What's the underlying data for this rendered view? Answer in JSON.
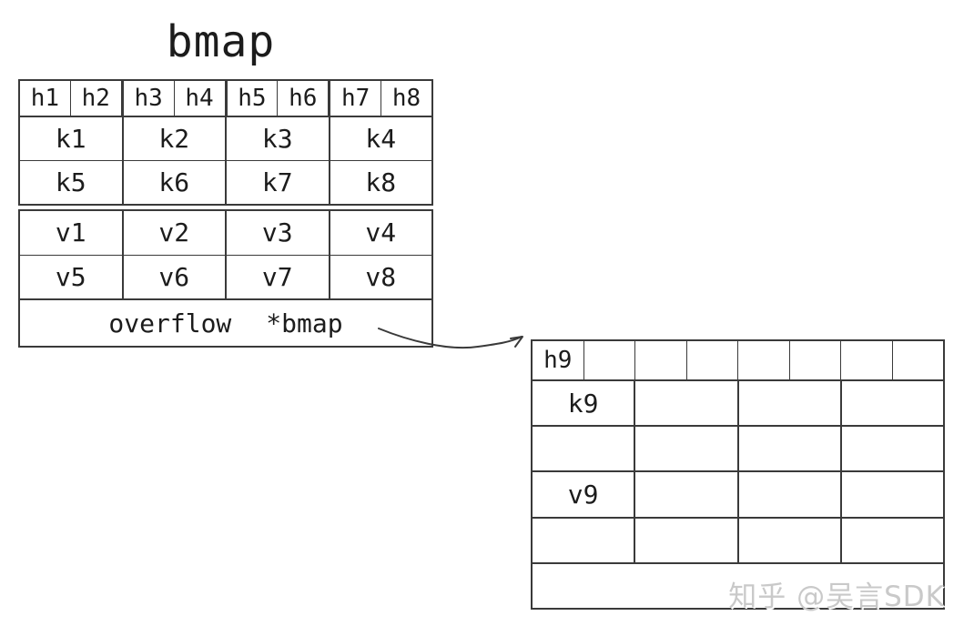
{
  "diagram": {
    "title": "bmap",
    "bucket_main": {
      "tophash": [
        "h1",
        "h2",
        "h3",
        "h4",
        "h5",
        "h6",
        "h7",
        "h8"
      ],
      "keys": [
        [
          "k1",
          "k2",
          "k3",
          "k4"
        ],
        [
          "k5",
          "k6",
          "k7",
          "k8"
        ]
      ],
      "values": [
        [
          "v1",
          "v2",
          "v3",
          "v4"
        ],
        [
          "v5",
          "v6",
          "v7",
          "v8"
        ]
      ],
      "overflow_field": "overflow",
      "overflow_type": "*bmap"
    },
    "bucket_overflow": {
      "tophash": [
        "h9",
        "",
        "",
        "",
        "",
        "",
        "",
        ""
      ],
      "keys": [
        [
          "k9",
          "",
          "",
          ""
        ],
        [
          "",
          "",
          "",
          ""
        ]
      ],
      "values": [
        [
          "v9",
          "",
          "",
          ""
        ],
        [
          "",
          "",
          "",
          ""
        ]
      ],
      "overflow_field": ""
    },
    "watermark": "知乎 @吴言SDK",
    "colors": {
      "line": "#3a3a3a",
      "text": "#1c1c1c",
      "watermark": "#c9c9c9",
      "background": "#ffffff"
    }
  }
}
